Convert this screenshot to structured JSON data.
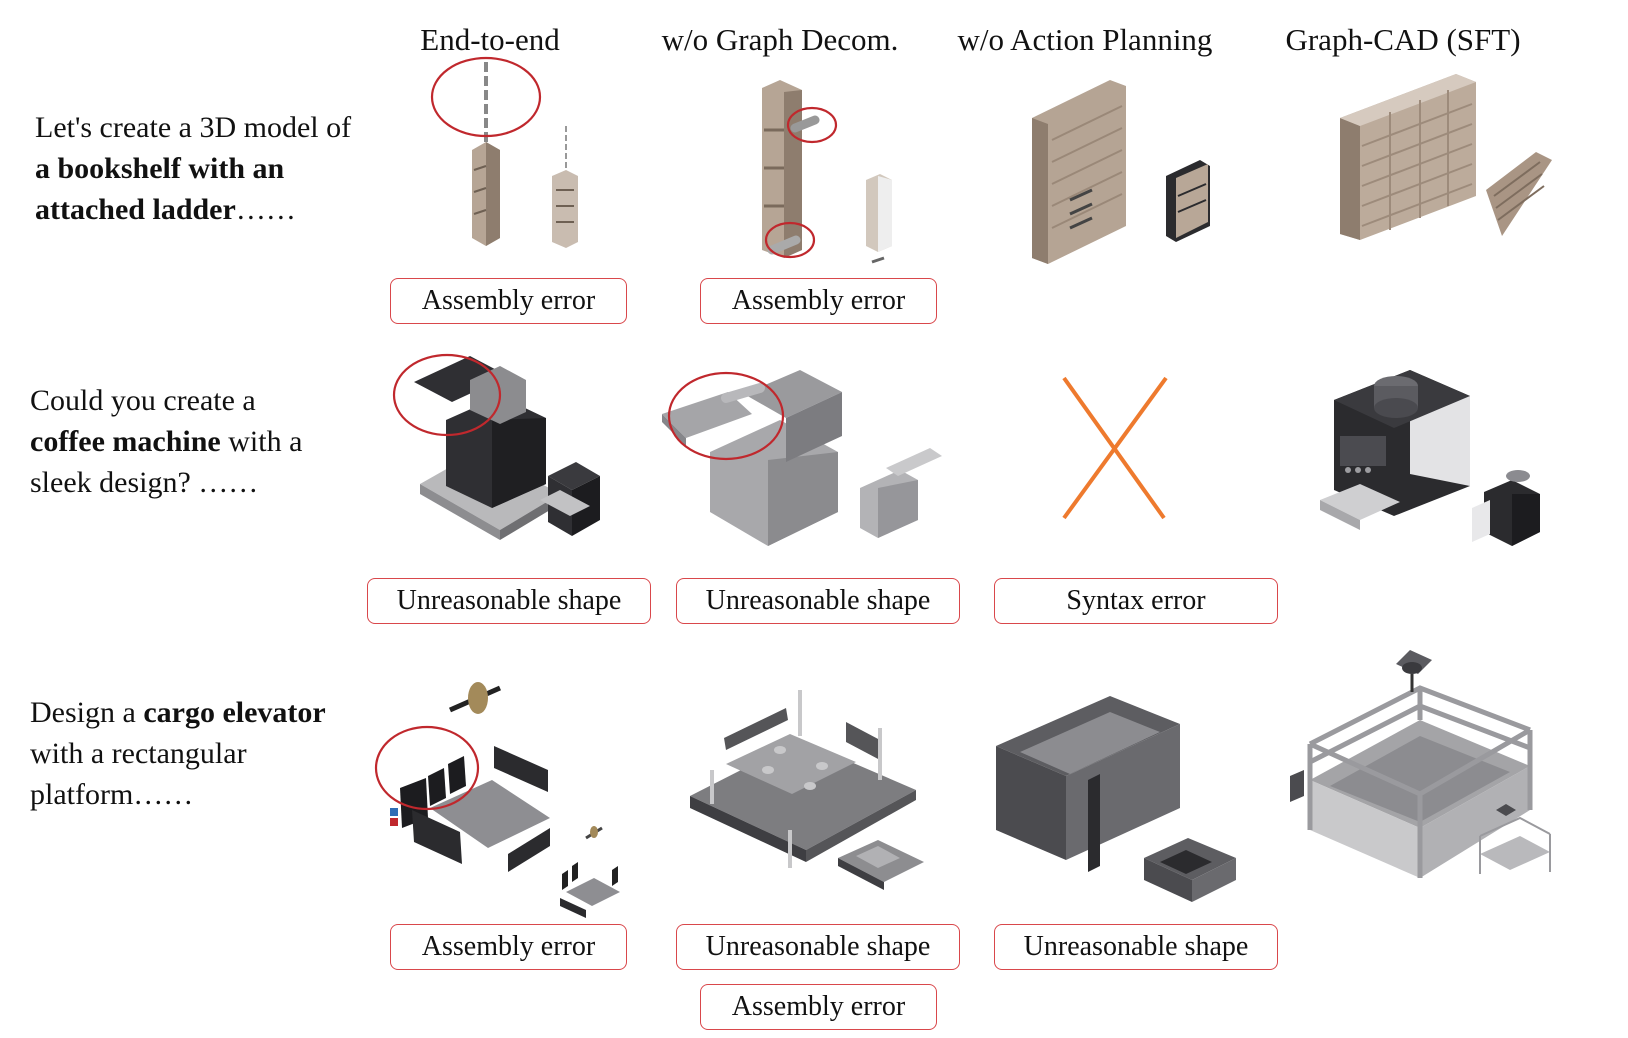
{
  "columns": [
    "End-to-end",
    "w/o Graph Decom.",
    "w/o Action Planning",
    "Graph-CAD (SFT)"
  ],
  "rows": [
    {
      "prompt": {
        "lines": [
          [
            {
              "t": "Let's create a 3D model of",
              "b": false
            }
          ],
          [
            {
              "t": "a bookshelf with an",
              "b": true
            }
          ],
          [
            {
              "t": "attached ladder",
              "b": true
            },
            {
              "t": "……",
              "b": false
            }
          ]
        ]
      },
      "errors": {
        "col0": [
          "Assembly error"
        ],
        "col1": [
          "Assembly error"
        ]
      }
    },
    {
      "prompt": {
        "lines": [
          [
            {
              "t": "Could you create a",
              "b": false
            }
          ],
          [
            {
              "t": "coffee machine",
              "b": true
            },
            {
              "t": " with a",
              "b": false
            }
          ],
          [
            {
              "t": "sleek design? ……",
              "b": false
            }
          ]
        ]
      },
      "errors": {
        "col0": [
          "Unreasonable shape"
        ],
        "col1": [
          "Unreasonable shape"
        ],
        "col2": [
          "Syntax error"
        ]
      }
    },
    {
      "prompt": {
        "lines": [
          [
            {
              "t": "Design a ",
              "b": false
            },
            {
              "t": "cargo elevator",
              "b": true
            }
          ],
          [
            {
              "t": "with a rectangular",
              "b": false
            }
          ],
          [
            {
              "t": "platform……",
              "b": false
            }
          ]
        ]
      },
      "errors": {
        "col0": [
          "Assembly error"
        ],
        "col1": [
          "Unreasonable shape",
          "Assembly error"
        ],
        "col2": [
          "Unreasonable shape"
        ]
      }
    }
  ],
  "colors": {
    "error_border": "#d9474b",
    "error_circle": "#c0282d",
    "syntax_cross": "#ee7a2e",
    "wood": "#b6a595",
    "wood_dark": "#8e7d6e",
    "machine_dark": "#2b2b2e",
    "machine_gray": "#a8a8ab"
  },
  "icons": [
    "error-circle-icon",
    "syntax-error-cross-icon"
  ]
}
